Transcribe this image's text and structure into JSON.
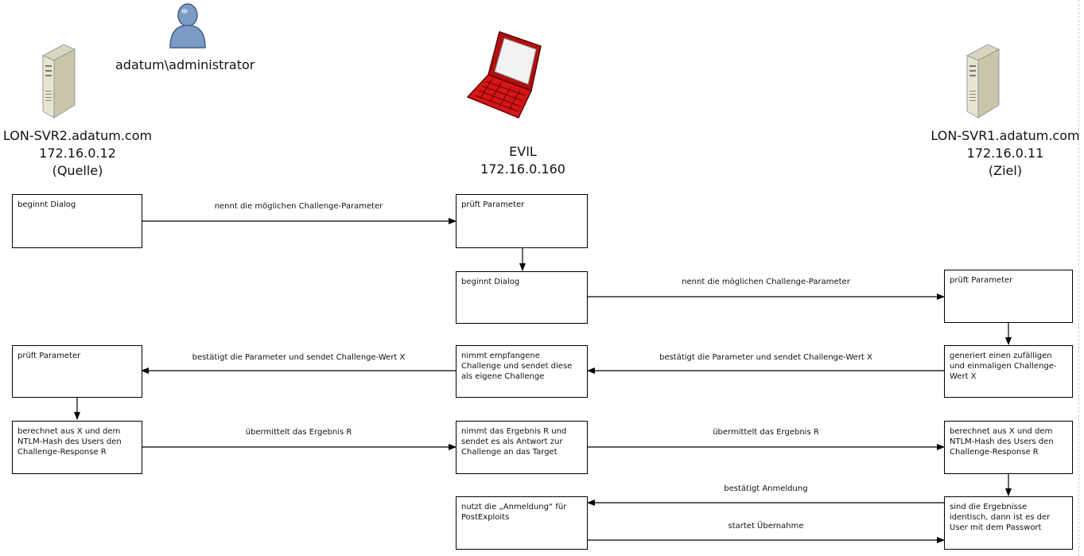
{
  "nodes": {
    "source": {
      "name": "LON-SVR2.adatum.com",
      "ip": "172.16.0.12",
      "role": "(Quelle)"
    },
    "attacker": {
      "name": "EVIL",
      "ip": "172.16.0.160"
    },
    "target": {
      "name": "LON-SVR1.adatum.com",
      "ip": "172.16.0.11",
      "role": "(Ziel)"
    },
    "user": "adatum\\administrator"
  },
  "boxes": {
    "src_1": "beginnt Dialog",
    "evil_1": "prüft Parameter",
    "evil_2": "beginnt Dialog",
    "tgt_1": "prüft Parameter",
    "src_2": "prüft Parameter",
    "evil_3": "nimmt empfangene Challenge und sendet diese als eigene Challenge",
    "tgt_2": "generiert einen zufälligen und einmaligen Challenge-Wert X",
    "src_3": "berechnet aus X und dem NTLM-Hash des Users den Challenge-Response R",
    "evil_4": "nimmt das Ergebnis R und sendet es als Antwort zur Challenge an das Target",
    "tgt_3": "berechnet aus X und dem NTLM-Hash des Users den Challenge-Response R",
    "evil_5": "nutzt die „Anmeldung“ für PostExploits",
    "tgt_4": "sind die Ergebnisse identisch, dann ist es der User mit dem Passwort"
  },
  "messages": {
    "m1": "nennt die möglichen Challenge-Parameter",
    "m2": "nennt die möglichen Challenge-Parameter",
    "m3": "bestätigt die Parameter und sendet Challenge-Wert X",
    "m4": "bestätigt die Parameter und sendet Challenge-Wert X",
    "m5": "übermittelt das Ergebnis R",
    "m6": "übermittelt das Ergebnis R",
    "m7": "bestätigt Anmeldung",
    "m8": "startet Übernahme"
  }
}
